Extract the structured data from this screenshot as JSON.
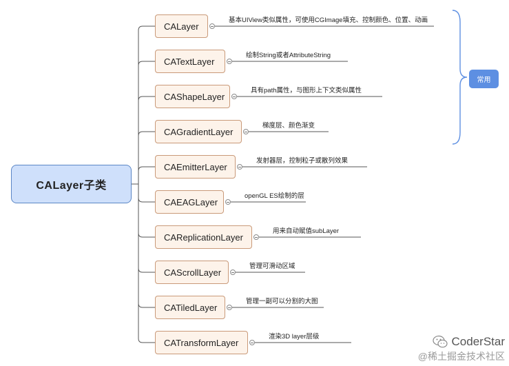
{
  "root": {
    "label": "CALayer子类"
  },
  "nodes": [
    {
      "label": "CALayer",
      "note": "基本UIView类似属性，可使用CGImage填充、控制颜色、位置、动画"
    },
    {
      "label": "CATextLayer",
      "note": "绘制String或者AttributeString"
    },
    {
      "label": "CAShapeLayer",
      "note": "具有path属性，与图形上下文类似属性"
    },
    {
      "label": "CAGradientLayer",
      "note": "梯度层、颜色渐变"
    },
    {
      "label": "CAEmitterLayer",
      "note": "发射器层，控制粒子或散列效果"
    },
    {
      "label": "CAEAGLayer",
      "note": "openGL ES绘制的层"
    },
    {
      "label": "CAReplicationLayer",
      "note": "用来自动赋值subLayer"
    },
    {
      "label": "CAScrollLayer",
      "note": "管理可滑动区域"
    },
    {
      "label": "CATiledLayer",
      "note": "管理一副可以分割的大图"
    },
    {
      "label": "CATransformLayer",
      "note": "渲染3D layer层级"
    }
  ],
  "group": {
    "label": "常用"
  },
  "watermark": {
    "brand": "CoderStar",
    "sub": "@稀土掘金技术社区"
  },
  "colors": {
    "root_fill": "#cfe0fb",
    "root_border": "#5a86c5",
    "node_fill": "#fdf3ea",
    "node_border": "#c99978",
    "line": "#555555",
    "brace": "#5d8fe2",
    "tag_fill": "#5d8fe2"
  }
}
